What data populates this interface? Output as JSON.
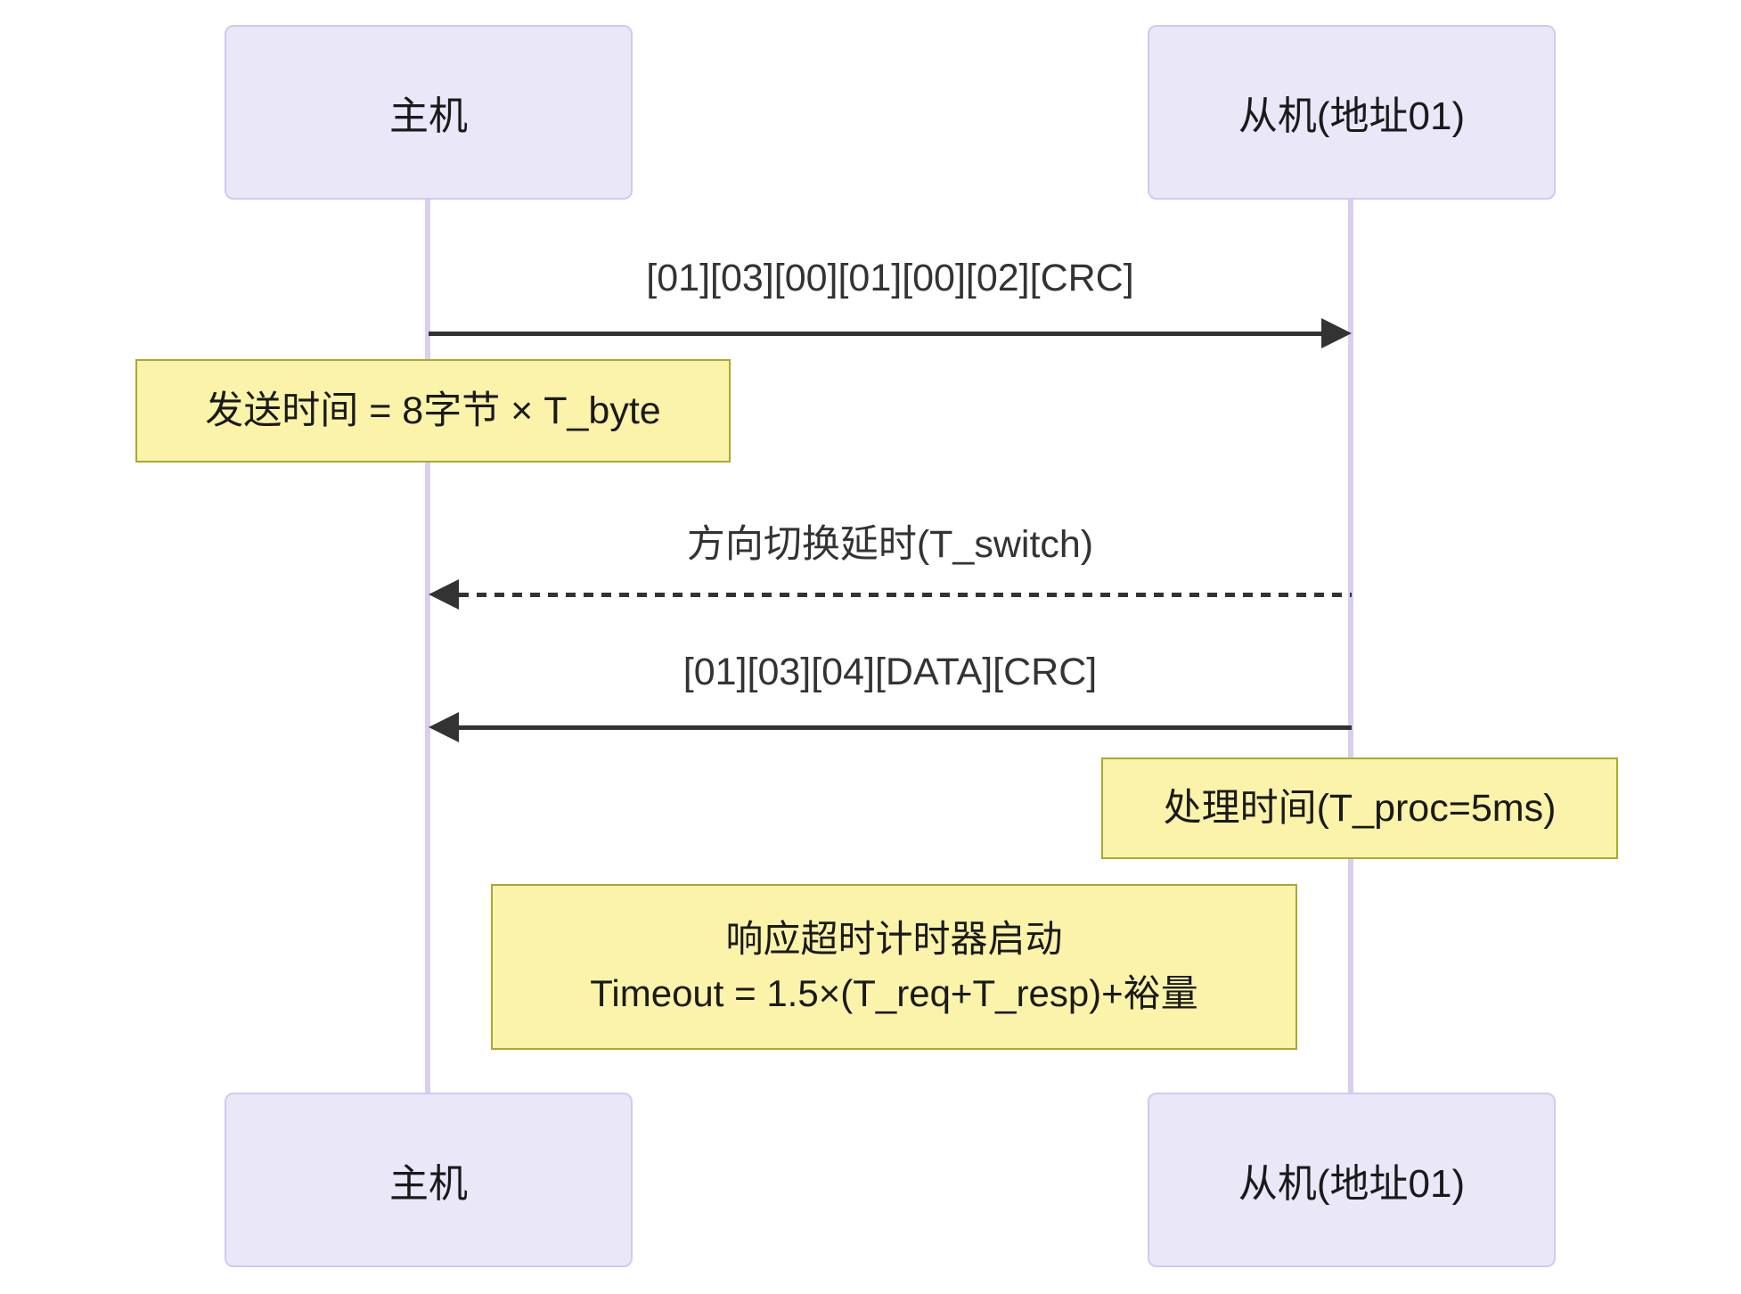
{
  "diagram": {
    "type": "sequence-diagram",
    "actors": {
      "master": {
        "label": "主机"
      },
      "slave": {
        "label": "从机(地址01)"
      }
    },
    "messages": [
      {
        "text": "[01][03][00][01][00][02][CRC]",
        "from": "主机",
        "to": "从机(地址01)",
        "line": "solid",
        "direction": "right"
      },
      {
        "text": "方向切换延时(T_switch)",
        "from": "从机(地址01)",
        "to": "主机",
        "line": "dashed",
        "direction": "left"
      },
      {
        "text": "[01][03][04][DATA][CRC]",
        "from": "从机(地址01)",
        "to": "主机",
        "line": "solid",
        "direction": "left"
      }
    ],
    "notes": [
      {
        "text": "发送时间 = 8字节 × T_byte",
        "position": "over master lifeline"
      },
      {
        "text": "处理时间(T_proc=5ms)",
        "position": "over slave lifeline"
      },
      {
        "lines": [
          "响应超时计时器启动",
          "Timeout = 1.5×(T_req+T_resp)+裕量"
        ],
        "position": "between lifelines"
      }
    ],
    "colors": {
      "actor_fill": "#E9E7F8",
      "actor_border": "#D3C9EE",
      "lifeline": "#D9CEF0",
      "note_fill": "#FAF3A9",
      "note_border": "#A9A933",
      "message": "#333333",
      "text": "#1A1A1A",
      "bg": "#FFFFFF"
    }
  }
}
